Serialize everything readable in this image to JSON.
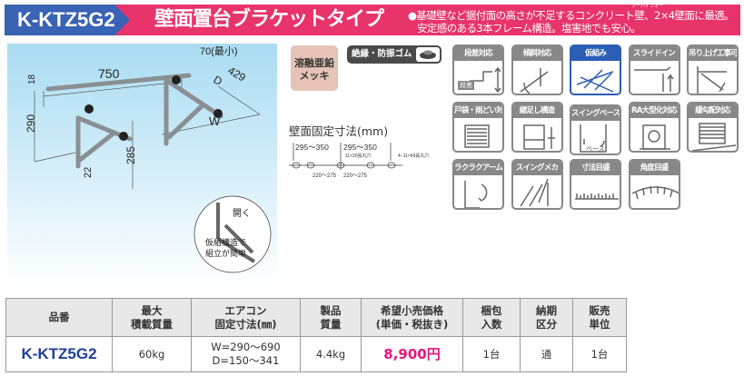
{
  "header": {
    "model": "K-KTZ5G2",
    "title": "壁面置台ブラケットタイプ",
    "desc_line1": "●基礎壁など据付面の高さが不足するコンクリート壁、2×4壁面に最適。",
    "desc_line2": "安定感のある3本フレーム構造。塩害地でも安心。",
    "ruby": "ツーバイフォー",
    "colors": {
      "model_bg": "#3a62b5",
      "title_bg": "#e8336b"
    }
  },
  "photo": {
    "dims": {
      "width": "750",
      "min": "70(最小)",
      "depth_total": "429",
      "d": "D",
      "w": "W",
      "h18": "18",
      "h290": "290",
      "h285": "285",
      "h22": "22"
    },
    "inset_open": "開く",
    "inset_note1": "仮組構造で",
    "inset_note2": "組立が簡単"
  },
  "badges": {
    "coating_l1": "溶融亜鉛",
    "coating_l2": "メッキ",
    "rubber": "絶縁・防振ゴム"
  },
  "wall_fix": {
    "title": "壁面固定寸法(mm)",
    "span1": "295～350",
    "span2": "295～350",
    "slot": "11×20長丸穴",
    "holes": "4−11×66長丸穴",
    "inner1": "220～275",
    "inner2": "220～275"
  },
  "features": [
    {
      "label": "段差対応",
      "selected": false
    },
    {
      "label": "傾斜対応",
      "selected": false
    },
    {
      "label": "仮組み",
      "selected": true
    },
    {
      "label": "スライドイン",
      "selected": false
    },
    {
      "label": "吊り上げ工事可能",
      "selected": false
    },
    {
      "label": "戸袋・雨どい対応",
      "selected": false
    },
    {
      "label": "継足し構造",
      "selected": false
    },
    {
      "label": "スイングベース",
      "selected": false
    },
    {
      "label": "RA大型化対応",
      "selected": false
    },
    {
      "label": "緩勾配対応",
      "selected": false
    },
    {
      "label": "ラクラクアーム",
      "selected": false
    },
    {
      "label": "スイングメカ",
      "selected": false
    },
    {
      "label": "寸法目盛",
      "selected": false
    },
    {
      "label": "角度目盛",
      "selected": false
    }
  ],
  "feature_sub": {
    "step": "段差",
    "base": "ベース"
  },
  "table": {
    "headers": [
      [
        "品番"
      ],
      [
        "最大",
        "積載質量"
      ],
      [
        "エアコン",
        "固定寸法(㎜)"
      ],
      [
        "製品",
        "質量"
      ],
      [
        "希望小売価格",
        "(単価・税抜き)"
      ],
      [
        "梱包",
        "入数"
      ],
      [
        "納期",
        "区分"
      ],
      [
        "販売",
        "単位"
      ]
    ],
    "row": {
      "model": "K-KTZ5G2",
      "max_load": "60kg",
      "fix_w": "W=290～690",
      "fix_d": "D=150～341",
      "weight": "4.4kg",
      "price": "8,900円",
      "pack": "1台",
      "delivery": "通",
      "unit": "1台"
    }
  }
}
